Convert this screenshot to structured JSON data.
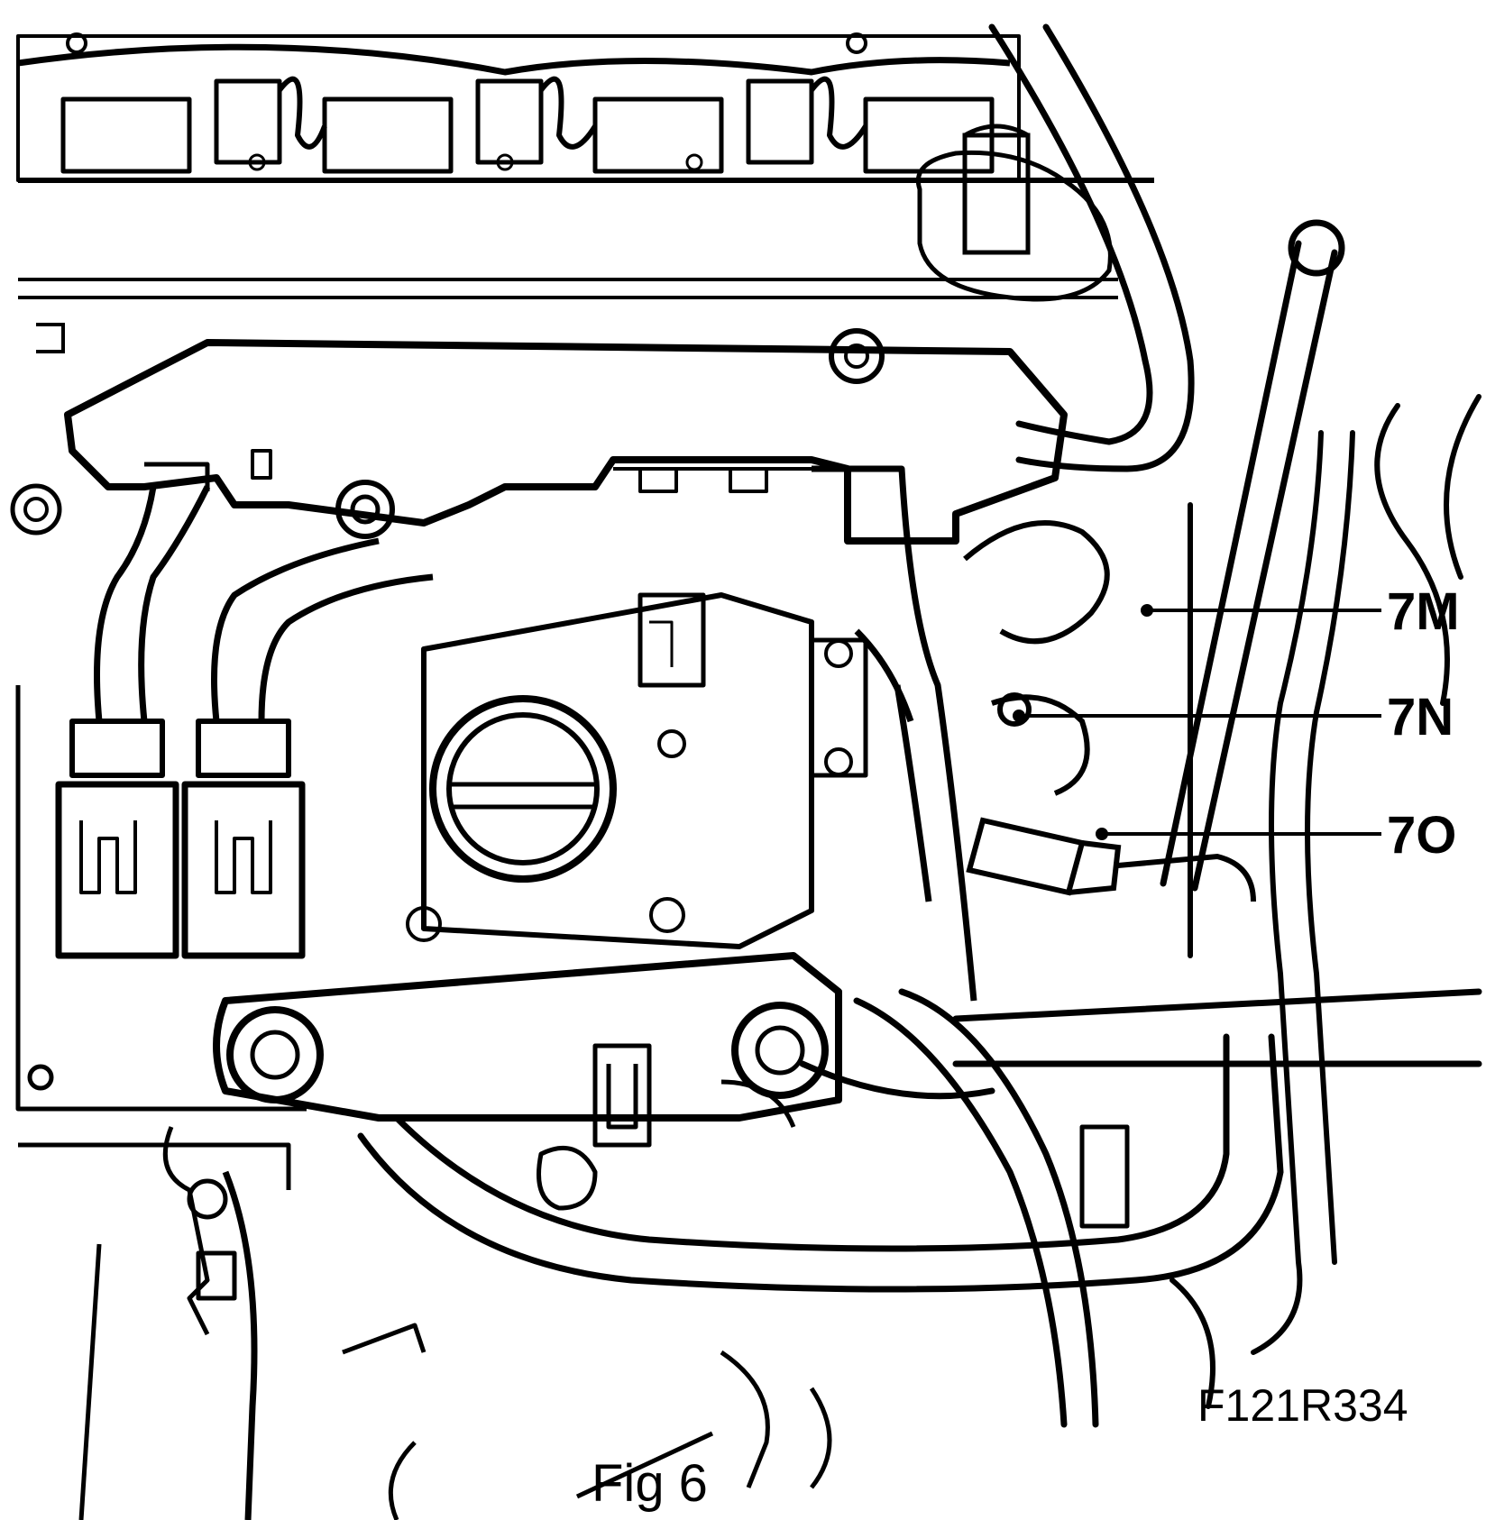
{
  "figure": {
    "caption": "Fig 6",
    "reference_code": "F121R334",
    "callouts": [
      {
        "id": "7M",
        "label": "7M"
      },
      {
        "id": "7N",
        "label": "7N"
      },
      {
        "id": "7O",
        "label": "7O"
      }
    ]
  },
  "colors": {
    "ink": "#000000",
    "paper": "#ffffff"
  }
}
